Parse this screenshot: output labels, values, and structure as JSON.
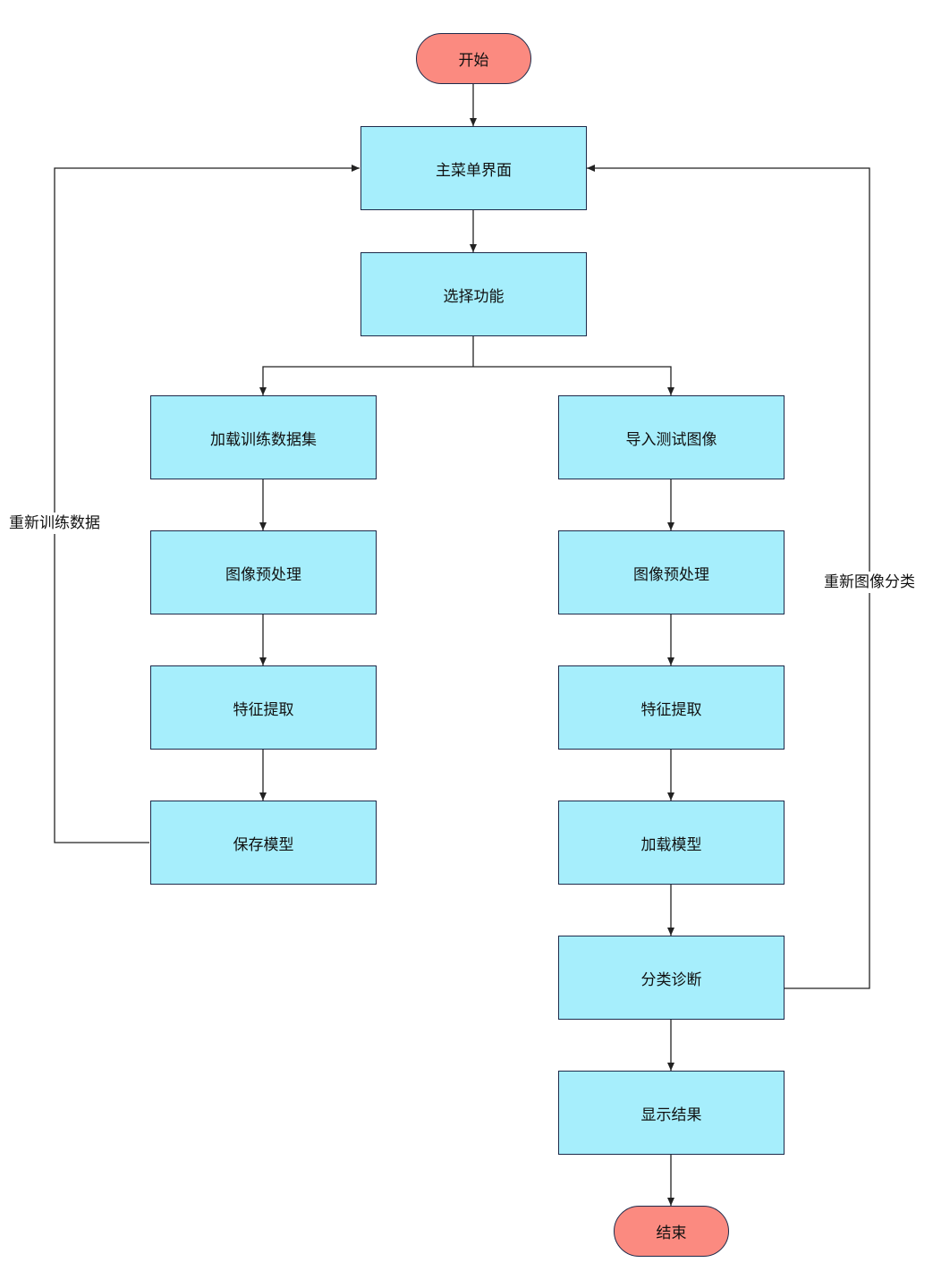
{
  "colors": {
    "process_fill": "#a6eefc",
    "terminal_fill": "#fb8a80",
    "stroke": "#1d2a4a",
    "connector": "#222222"
  },
  "nodes": {
    "start": "开始",
    "main_menu": "主菜单界面",
    "select_function": "选择功能",
    "load_training_data": "加载训练数据集",
    "preprocess_left": "图像预处理",
    "feature_extract_left": "特征提取",
    "save_model": "保存模型",
    "import_test_image": "导入测试图像",
    "preprocess_right": "图像预处理",
    "feature_extract_right": "特征提取",
    "load_model": "加载模型",
    "classify_diagnose": "分类诊断",
    "show_result": "显示结果",
    "end": "结束"
  },
  "loop_labels": {
    "retrain": "重新训练数据",
    "reclassify": "重新图像分类"
  }
}
